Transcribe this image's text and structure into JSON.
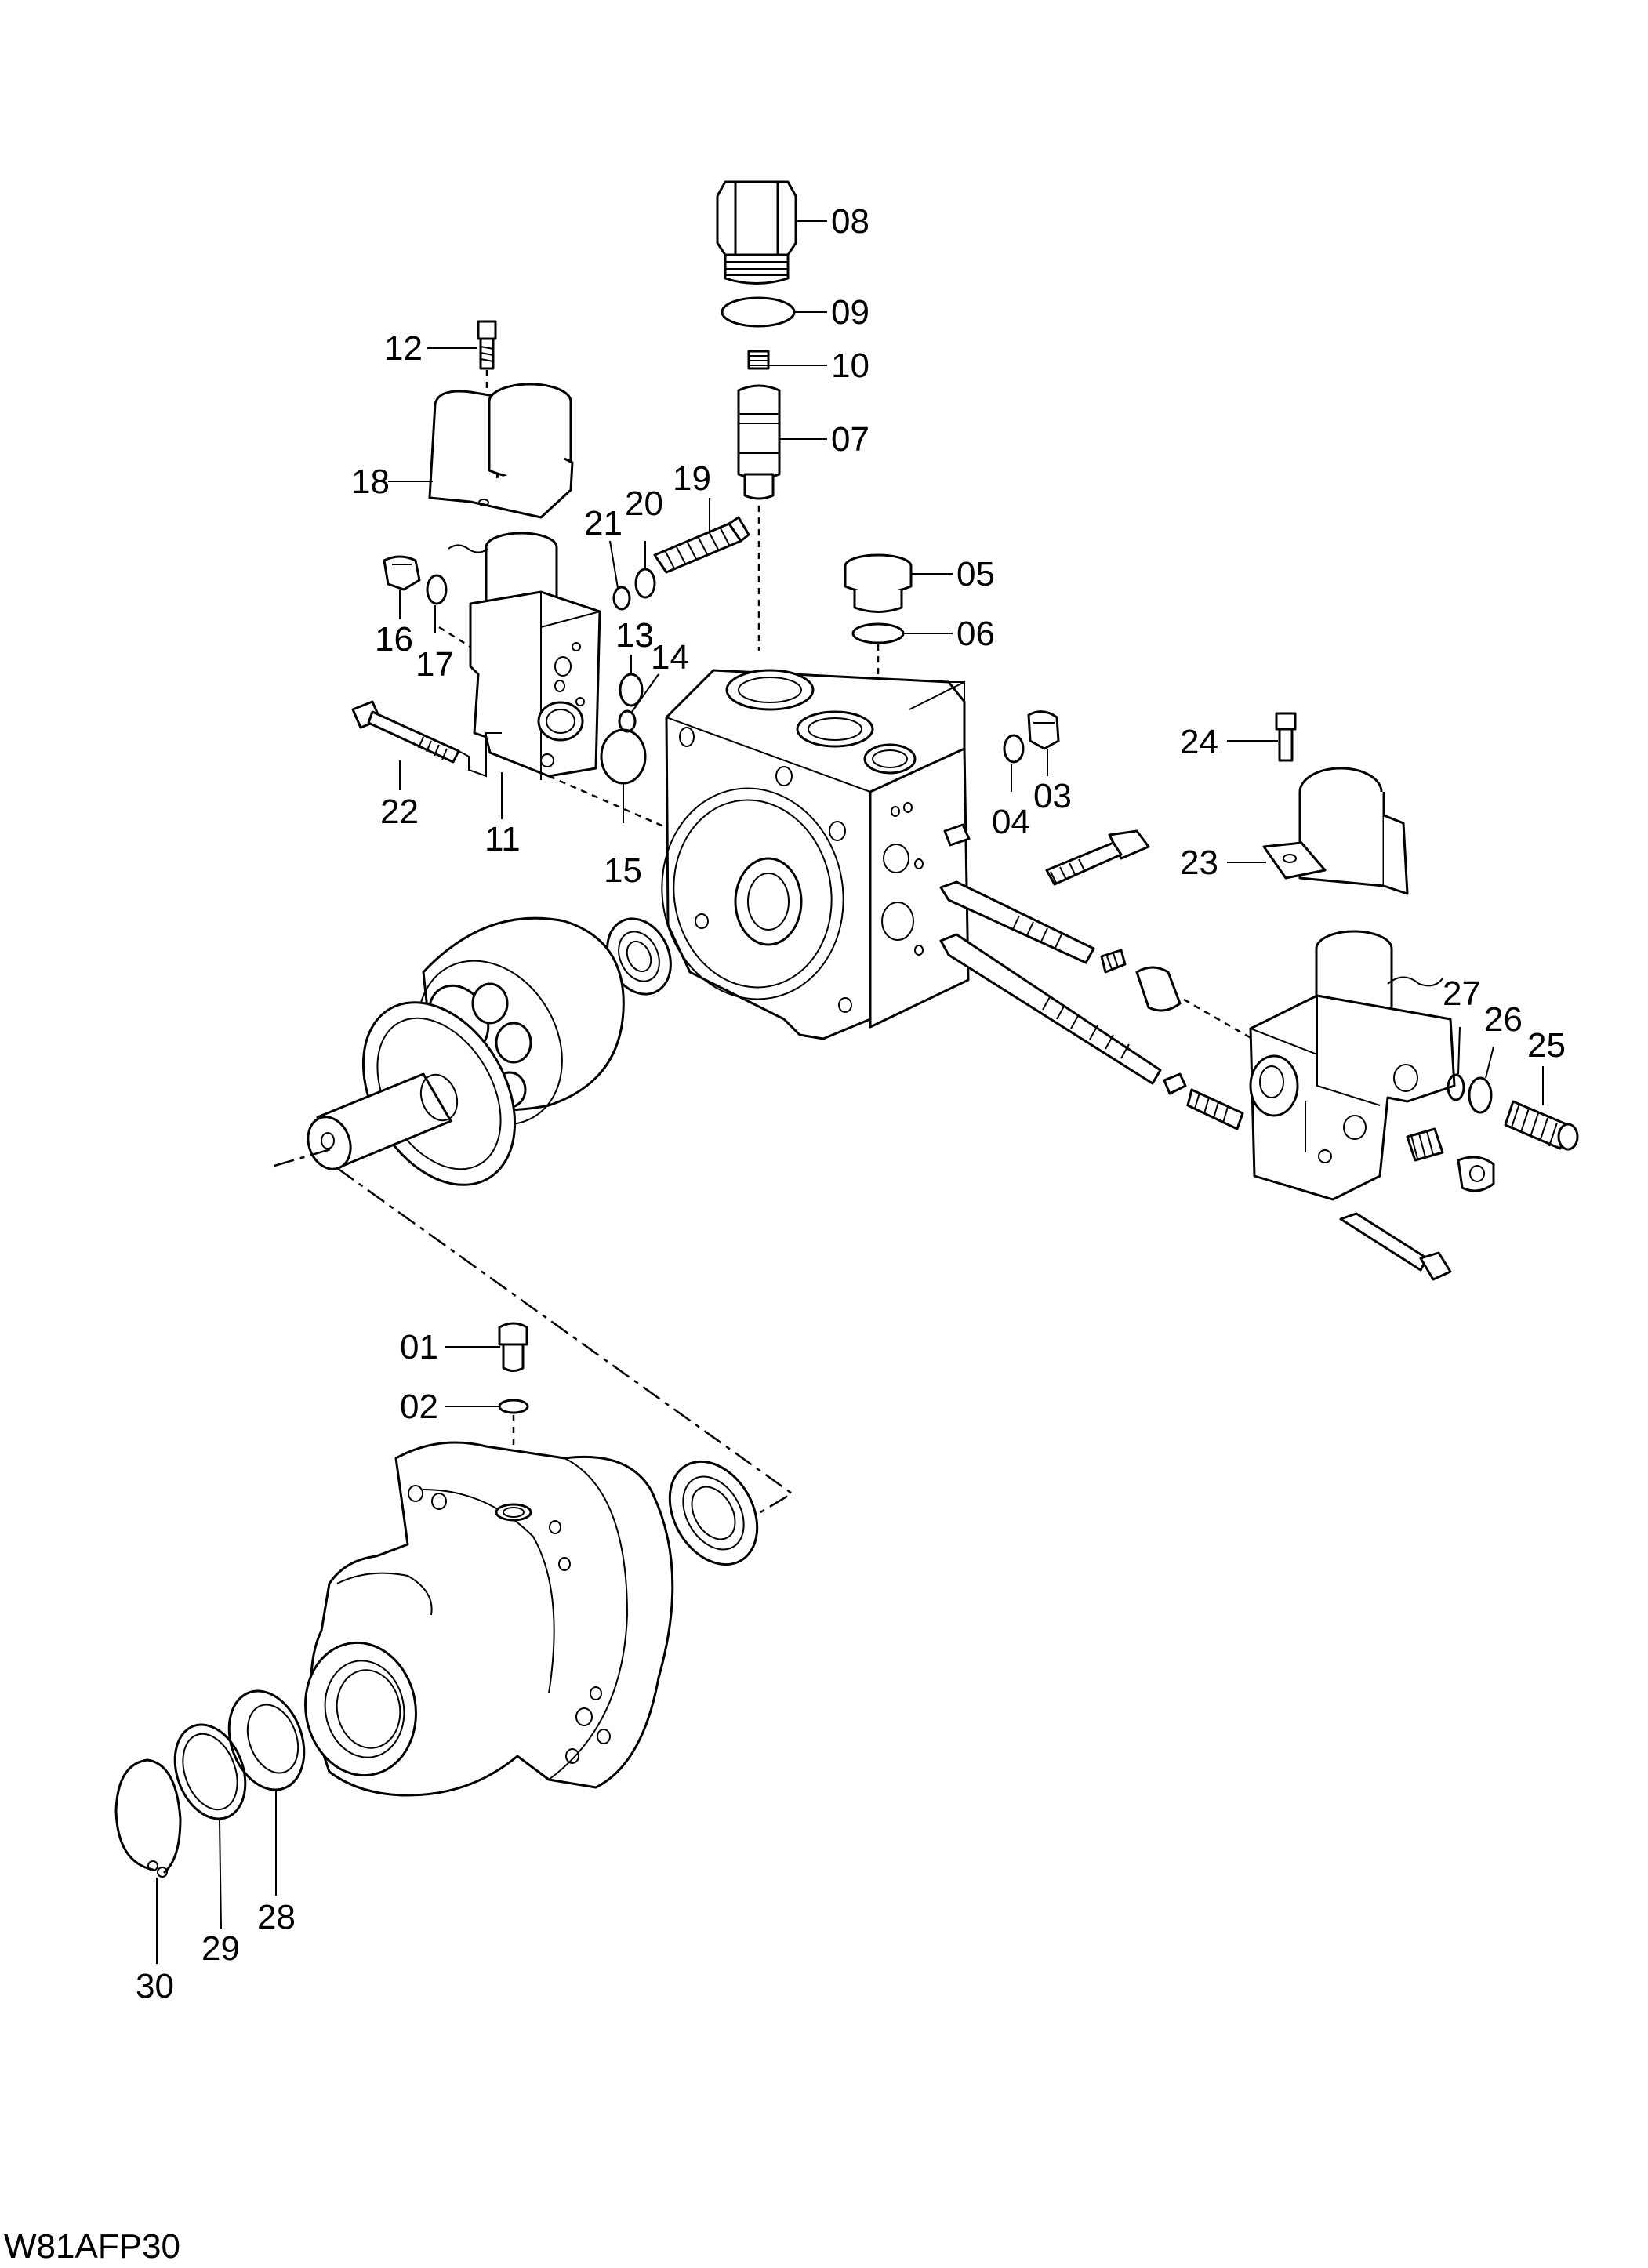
{
  "diagram": {
    "drawing_code": "W81AFP30",
    "part_callouts": [
      {
        "id": "p01",
        "label": "01"
      },
      {
        "id": "p02",
        "label": "02"
      },
      {
        "id": "p03",
        "label": "03"
      },
      {
        "id": "p04",
        "label": "04"
      },
      {
        "id": "p05",
        "label": "05"
      },
      {
        "id": "p06",
        "label": "06"
      },
      {
        "id": "p07",
        "label": "07"
      },
      {
        "id": "p08",
        "label": "08"
      },
      {
        "id": "p09",
        "label": "09"
      },
      {
        "id": "p10",
        "label": "10"
      },
      {
        "id": "p11",
        "label": "11"
      },
      {
        "id": "p12",
        "label": "12"
      },
      {
        "id": "p13",
        "label": "13"
      },
      {
        "id": "p14",
        "label": "14"
      },
      {
        "id": "p15",
        "label": "15"
      },
      {
        "id": "p16",
        "label": "16"
      },
      {
        "id": "p17",
        "label": "17"
      },
      {
        "id": "p18",
        "label": "18"
      },
      {
        "id": "p19",
        "label": "19"
      },
      {
        "id": "p20",
        "label": "20"
      },
      {
        "id": "p21",
        "label": "21"
      },
      {
        "id": "p22",
        "label": "22"
      },
      {
        "id": "p23",
        "label": "23"
      },
      {
        "id": "p24",
        "label": "24"
      },
      {
        "id": "p25",
        "label": "25"
      },
      {
        "id": "p26",
        "label": "26"
      },
      {
        "id": "p27",
        "label": "27"
      },
      {
        "id": "p28",
        "label": "28"
      },
      {
        "id": "p29",
        "label": "29"
      },
      {
        "id": "p30",
        "label": "30"
      }
    ]
  }
}
